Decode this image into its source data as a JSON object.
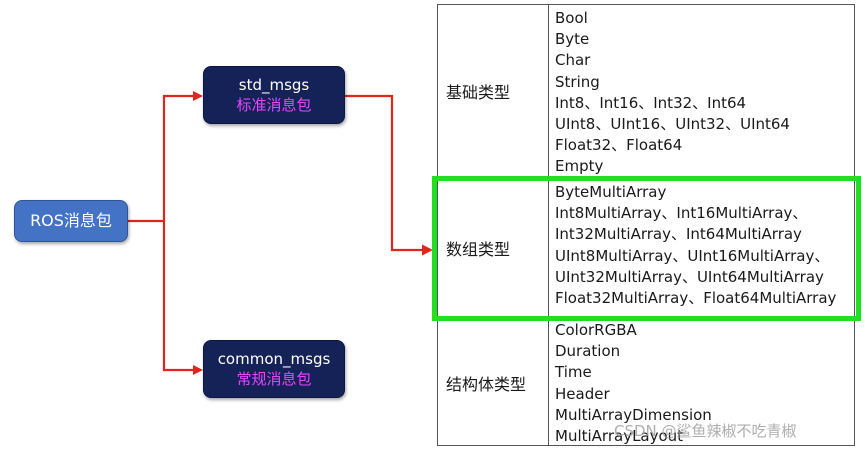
{
  "root_node": {
    "label": "ROS消息包"
  },
  "packages": [
    {
      "name": "std_msgs",
      "subtitle": "标准消息包"
    },
    {
      "name": "common_msgs",
      "subtitle": "常规消息包"
    }
  ],
  "type_table": {
    "rows": [
      {
        "category": "基础类型",
        "items": [
          "Bool",
          "Byte",
          "Char",
          "String",
          "Int8、Int16、Int32、Int64",
          "UInt8、UInt16、UInt32、UInt64",
          "Float32、Float64",
          "Empty"
        ]
      },
      {
        "category": "数组类型",
        "items": [
          "ByteMultiArray",
          "Int8MultiArray、Int16MultiArray、",
          "Int32MultiArray、Int64MultiArray",
          "UInt8MultiArray、UInt16MultiArray、",
          "UInt32MultiArray、UInt64MultiArray",
          "Float32MultiArray、Float64MultiArray"
        ],
        "highlighted": true
      },
      {
        "category": "结构体类型",
        "items": [
          "ColorRGBA",
          "Duration",
          "Time",
          "Header",
          "MultiArrayDimension",
          "MultiArrayLayout"
        ]
      }
    ]
  },
  "colors": {
    "connector": "#e0261c",
    "highlight": "#21e021",
    "root_fill": "#4472c4",
    "package_fill": "#142258",
    "package_subtitle": "#e646ff"
  },
  "watermark": "CSDN @鲨鱼辣椒不吃青椒"
}
